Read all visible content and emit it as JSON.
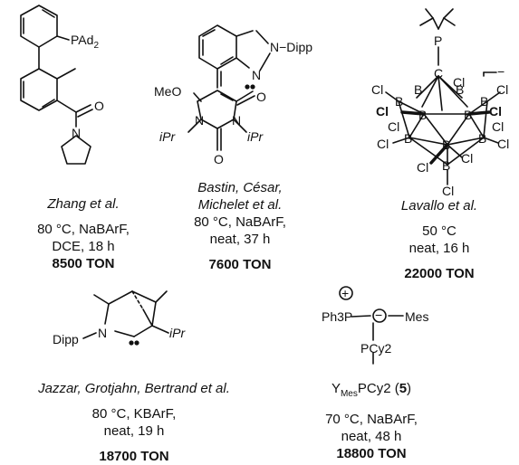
{
  "catalysts": [
    {
      "structure_labels": {
        "phosphine": "PAd",
        "phosphine_sub": "2",
        "oxygen": "O",
        "nitrogen": "N"
      },
      "authors": "Zhang et al.",
      "conditions": [
        "80 °C, NaBArF,",
        "DCE, 18 h"
      ],
      "ton": "8500 TON"
    },
    {
      "structure_labels": {
        "n_dipp": "N−Dipp",
        "n_ring": "N",
        "meo": "MeO",
        "ipr_left": "iPr",
        "ipr_right": "iPr",
        "n_left": "N",
        "n_right": "N",
        "o_top": "O",
        "o_bottom": "O"
      },
      "authors": [
        "Bastin, César,",
        "Michelet et al."
      ],
      "conditions": [
        "80 °C, NaBArF,",
        "neat, 37 h"
      ],
      "ton": "7600 TON"
    },
    {
      "structure_labels": {
        "p": "P",
        "c": "C",
        "b": "B",
        "cl": "Cl",
        "charge": "−"
      },
      "authors": "Lavallo et al.",
      "conditions": [
        "50 °C",
        "neat, 16 h"
      ],
      "ton": "22000 TON"
    },
    {
      "structure_labels": {
        "dipp": "Dipp",
        "n": "N",
        "ipr": "iPr"
      },
      "authors": "Jazzar, Grotjahn, Bertrand et al.",
      "conditions": [
        "80 °C, KBArF,",
        "neat, 19 h"
      ],
      "ton": "18700 TON"
    },
    {
      "structure_labels": {
        "ph3p": "Ph3P",
        "mes": "Mes",
        "pcy2": "PCy2",
        "plus": "+",
        "minus": "−"
      },
      "compound_name": "Y",
      "compound_sub": "Mes",
      "compound_suffix": "PCy2 (",
      "compound_number": "5",
      "compound_close": ")",
      "conditions": [
        "70 °C, NaBArF,",
        "neat, 48 h"
      ],
      "ton": "18800 TON"
    }
  ]
}
